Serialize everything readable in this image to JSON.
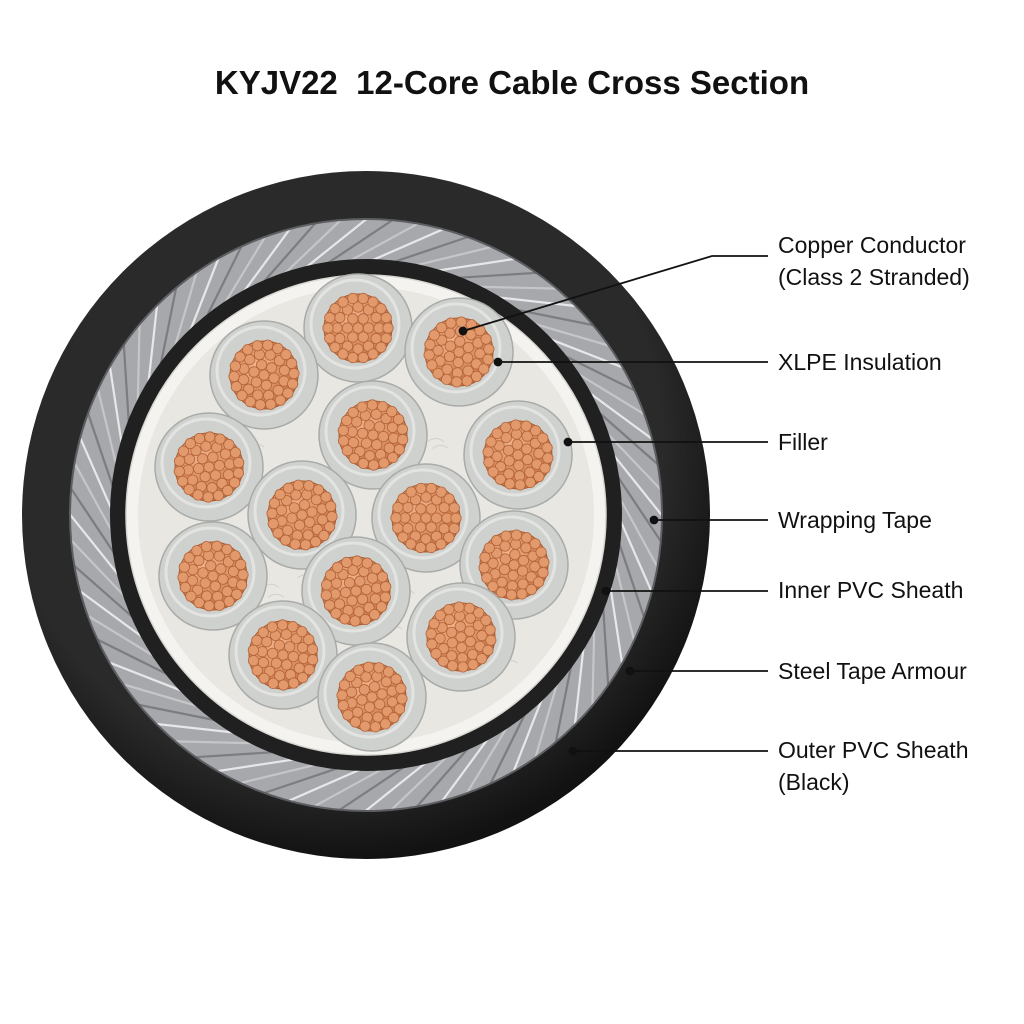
{
  "title": "KYJV22  12-Core Cable Cross Section",
  "colors": {
    "outer_sheath": "#1c1c1c",
    "armour": "#a9abae",
    "inner_sheath": "#222222",
    "wrapping_tape": "#f4f3f0",
    "filler": "#e9e7e2",
    "insulation": "#cfd1cf",
    "conductor": "#d98552",
    "leader": "#111111"
  },
  "labels": [
    {
      "id": "conductor",
      "line1": "Copper Conductor",
      "line2": "(Class 2 Stranded)"
    },
    {
      "id": "insulation",
      "line1": "XLPE Insulation",
      "line2": ""
    },
    {
      "id": "filler",
      "line1": "Filler",
      "line2": ""
    },
    {
      "id": "wrapping",
      "line1": "Wrapping Tape",
      "line2": ""
    },
    {
      "id": "inner-sheath",
      "line1": "Inner PVC Sheath",
      "line2": ""
    },
    {
      "id": "armour",
      "line1": "Steel Tape Armour",
      "line2": ""
    },
    {
      "id": "outer-sheath",
      "line1": "Outer PVC Sheath",
      "line2": "(Black)"
    }
  ]
}
